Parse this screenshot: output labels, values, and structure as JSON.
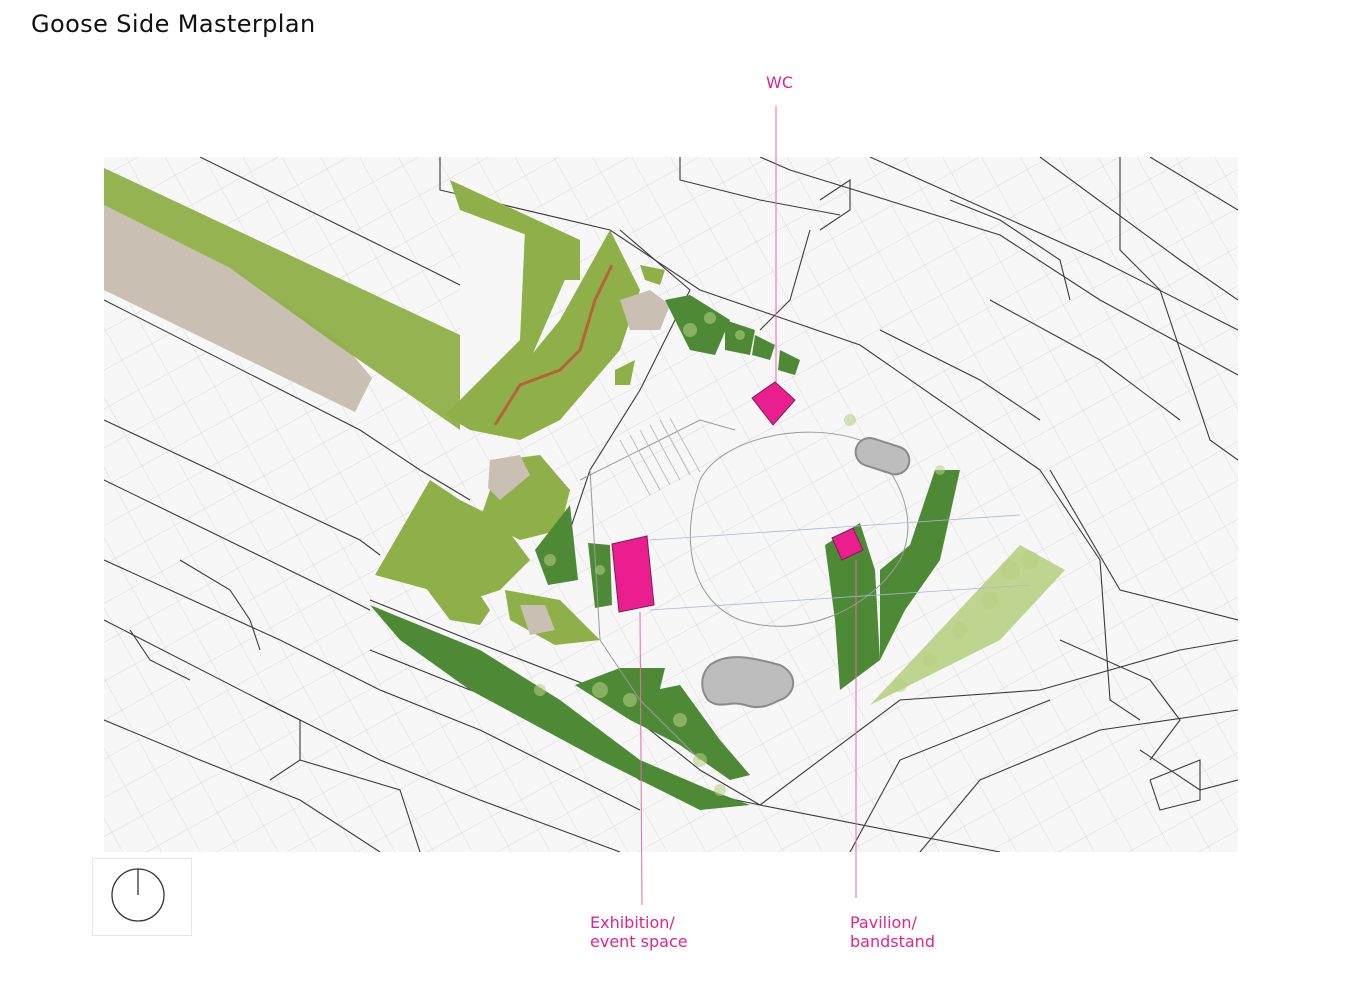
{
  "title": "Goose Side Masterplan",
  "labels": {
    "wc": "WC",
    "exhibition_line1": "Exhibition/",
    "exhibition_line2": "event space",
    "pavilion_line1": "Pavilion/",
    "pavilion_line2": "bandstand"
  },
  "colors": {
    "accent_magenta": "#ea1e8f",
    "label_magenta": "#e0238f",
    "light_green": "#8fb048",
    "dark_green": "#4e8a36",
    "pale_green": "#b7d083",
    "paving_grey": "#c8bfb3",
    "red_path": "#b5633c",
    "line_black": "#333333"
  },
  "icons": {
    "compass": "north-arrow-icon"
  }
}
